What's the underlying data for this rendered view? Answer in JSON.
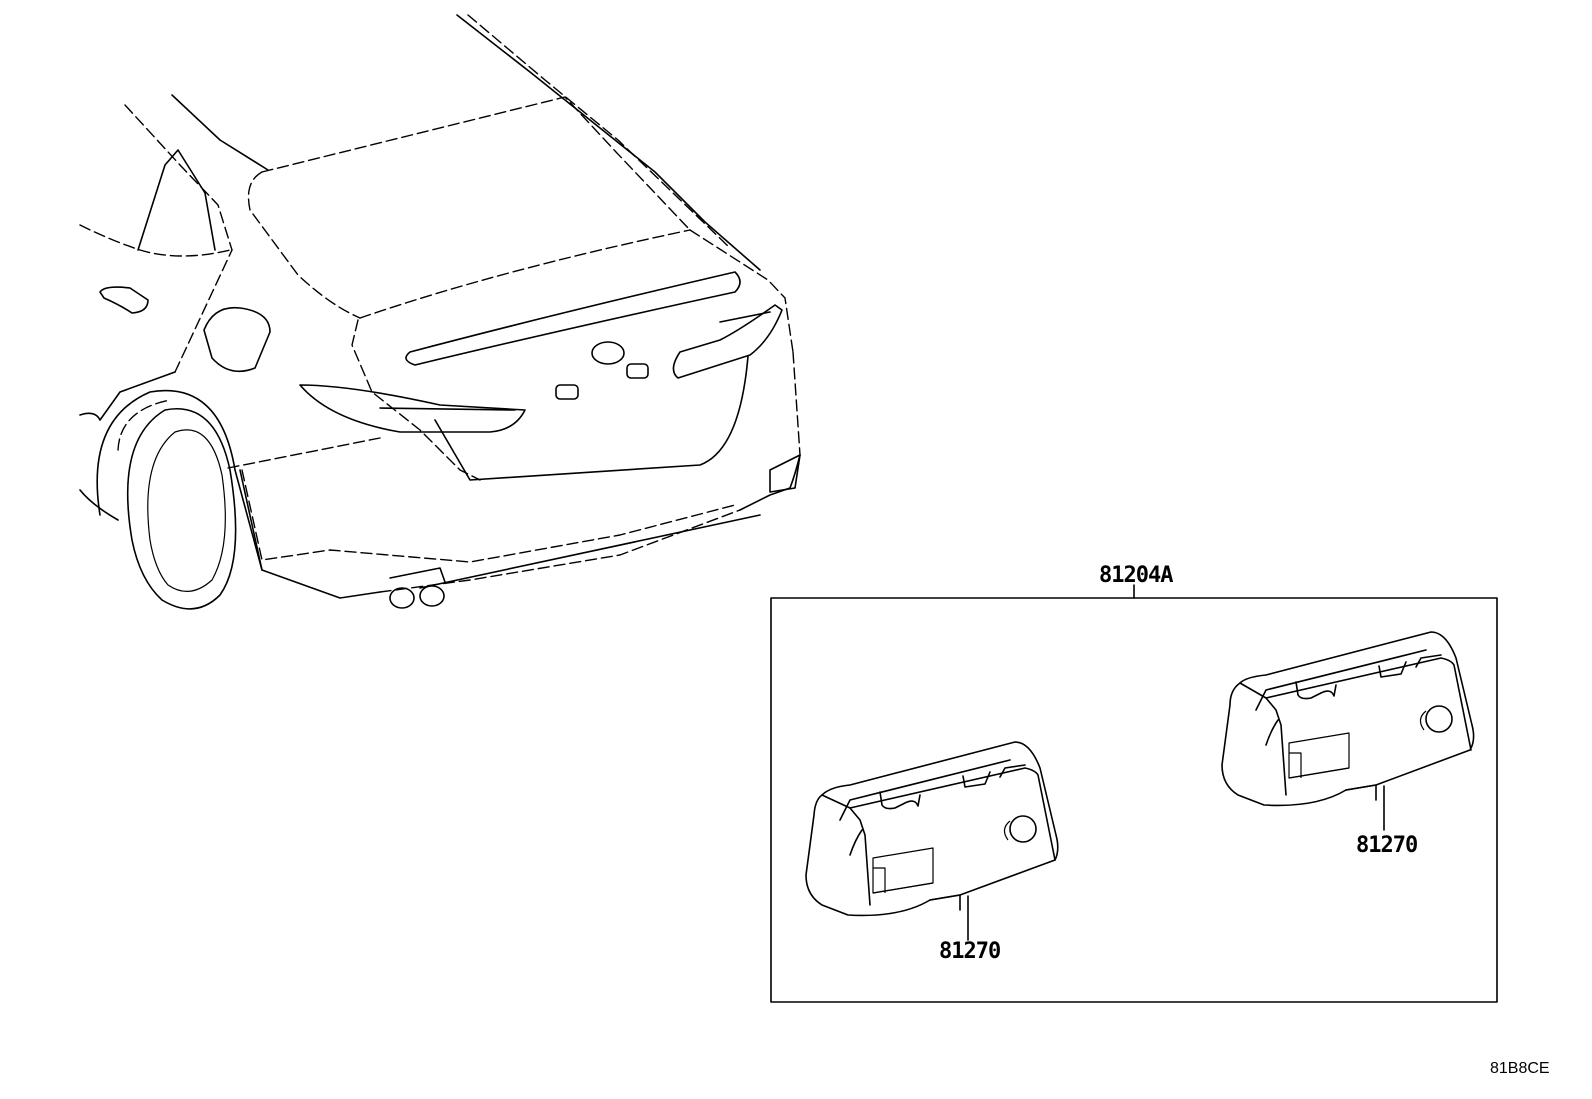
{
  "labels": {
    "assembly": "81204A",
    "lamp_left": "81270",
    "lamp_right": "81270",
    "diagram_code": "81B8CE"
  },
  "colors": {
    "line": "#000000",
    "background": "#ffffff"
  }
}
